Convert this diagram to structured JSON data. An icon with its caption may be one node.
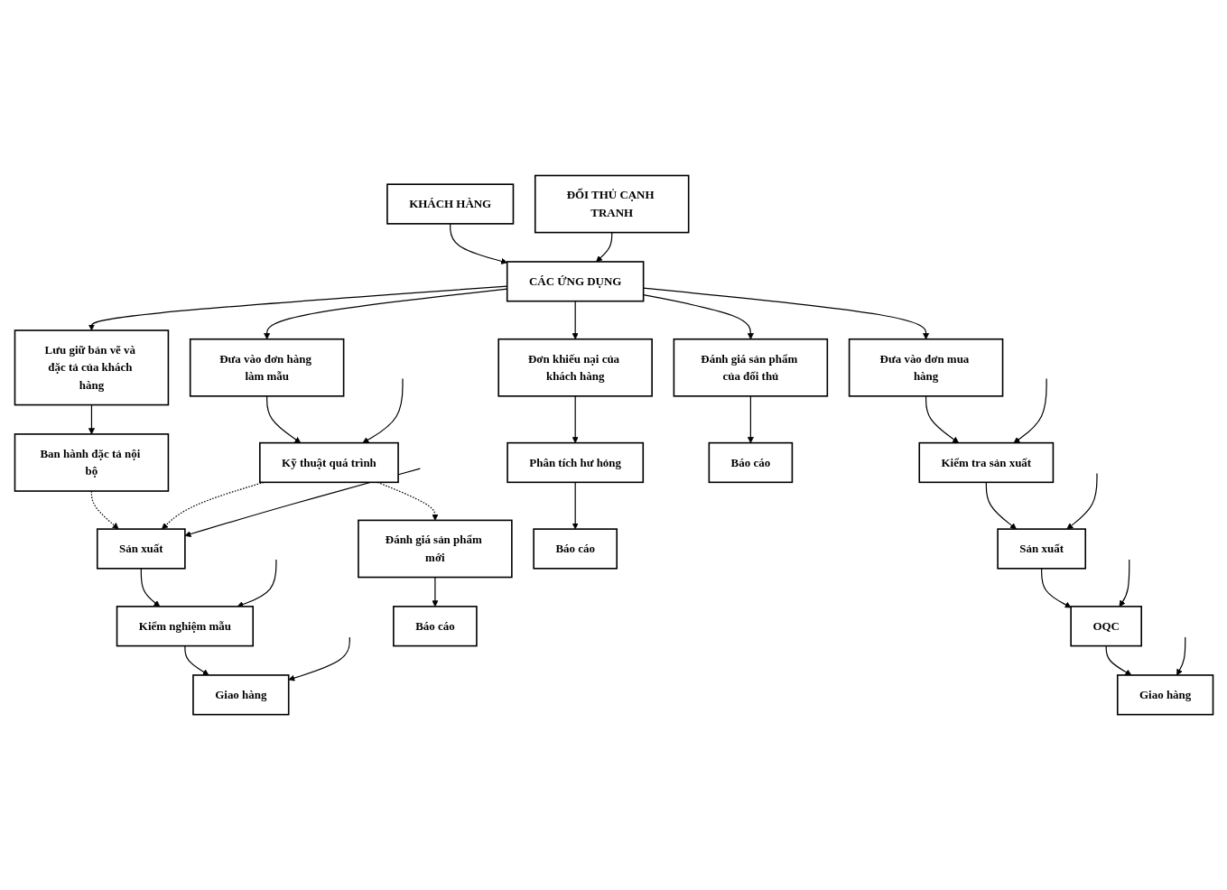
{
  "diagram": {
    "nodes": [
      {
        "text": [
          "KHÁCH HÀNG"
        ]
      },
      {
        "text": [
          "ĐỐI THỦ CẠNH TRANH"
        ]
      },
      {
        "text": [
          "CÁC ỨNG DỤNG"
        ]
      },
      {
        "text": [
          "Lưu giữ bản vẽ và đặc tả của khách hàng"
        ]
      },
      {
        "text": [
          "Đưa vào đơn hàng làm mẫu"
        ]
      },
      {
        "text": [
          "Đưa vào đơn mua hàng"
        ]
      },
      {
        "text": [
          "Đơn khiếu nại của khách hàng"
        ]
      },
      {
        "text": [
          "Đánh giá sản phẩm mới"
        ]
      },
      {
        "text": [
          "Đánh giá sản phẩm của đối thủ"
        ]
      },
      {
        "text": [
          "Ban hành đặc tả nội bộ"
        ]
      },
      {
        "text": [
          "Kỹ thuật quá trình"
        ]
      },
      {
        "text": [
          "Sản xuất"
        ]
      },
      {
        "text": [
          "Kiểm nghiệm mẫu"
        ]
      },
      {
        "text": [
          "Giao hàng"
        ]
      },
      {
        "text": [
          "Kiểm tra sản xuất"
        ]
      },
      {
        "text": [
          "Sản xuất"
        ]
      },
      {
        "text": [
          "OQC"
        ]
      },
      {
        "text": [
          "Giao hàng"
        ]
      },
      {
        "text": [
          "Phân tích hư hỏng"
        ]
      },
      {
        "text": [
          "Báo cáo"
        ]
      },
      {
        "text": [
          "Báo cáo"
        ]
      },
      {
        "text": [
          "Báo cáo"
        ]
      }
    ],
    "edges": [
      {
        "from": 0,
        "to": 2,
        "arrow": "to"
      },
      {
        "from": 1,
        "to": 2,
        "arrow": "to"
      },
      {
        "from": 2,
        "to": 3,
        "arrow": "to"
      },
      {
        "from": 2,
        "to": 4,
        "arrow": "to"
      },
      {
        "from": 2,
        "to": 5,
        "arrow": "to"
      },
      {
        "from": 2,
        "to": 6,
        "arrow": "to"
      },
      {
        "from": 2,
        "to": 8,
        "arrow": "to"
      },
      {
        "from": 3,
        "to": 9,
        "arrow": "to"
      },
      {
        "from": 4,
        "to": 10,
        "arrow": "to"
      },
      {
        "from": 5,
        "to": 14,
        "arrow": "to"
      },
      {
        "from": 9,
        "to": 11,
        "arrow": "to",
        "style": "dashed"
      },
      {
        "from": 10,
        "to": 11,
        "arrow": "to",
        "style": "dashed"
      },
      {
        "from": 10,
        "to": 7,
        "arrow": "to",
        "style": "dashed"
      },
      {
        "from": 11,
        "to": 12,
        "arrow": "to"
      },
      {
        "from": 12,
        "to": 13,
        "arrow": "to"
      },
      {
        "from": 14,
        "to": 15,
        "arrow": "to"
      },
      {
        "from": 15,
        "to": 16,
        "arrow": "to"
      },
      {
        "from": 16,
        "to": 17,
        "arrow": "to"
      },
      {
        "from": 6,
        "to": 18,
        "arrow": "to"
      },
      {
        "from": 18,
        "to": 19,
        "arrow": "to"
      },
      {
        "from": 7,
        "to": 20,
        "arrow": "to"
      },
      {
        "from": 8,
        "to": 21,
        "arrow": "to"
      },
      {
        "from": null,
        "to": 10,
        "arrow": "to"
      },
      {
        "from": null,
        "to": 11,
        "arrow": "to"
      },
      {
        "from": null,
        "to": 12,
        "arrow": "to"
      },
      {
        "from": null,
        "to": 13,
        "arrow": "to"
      },
      {
        "from": null,
        "to": 14,
        "arrow": "to"
      },
      {
        "from": null,
        "to": 15,
        "arrow": "to"
      },
      {
        "from": null,
        "to": 16,
        "arrow": "to"
      },
      {
        "from": null,
        "to": 17,
        "arrow": "to"
      }
    ]
  }
}
